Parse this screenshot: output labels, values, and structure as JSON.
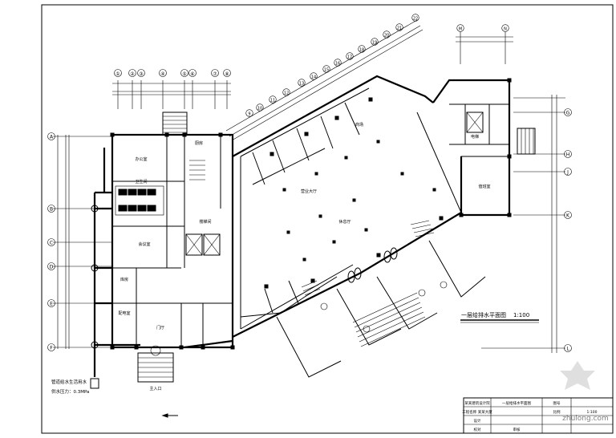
{
  "drawing": {
    "plan_title": "一层给排水平面图",
    "scale": "1:100",
    "note_line1": "管道给水生活用水",
    "note_line2": "供水压力：0.3MPa",
    "watermark": "zhulong.com"
  },
  "title_block": {
    "c1": "某某建筑设计院",
    "c2": "工程名称 某某大厦",
    "c3": "一层给排水平面图",
    "c4": "图号",
    "c5": "比例",
    "c6": "1:100",
    "c7": "设计",
    "c8": "校对",
    "c9": "审核"
  },
  "axes": {
    "top_labels": [
      "①",
      "②",
      "③",
      "④",
      "⑤",
      "⑥",
      "⑦",
      "⑧"
    ],
    "left_labels": [
      "A",
      "B",
      "C",
      "D",
      "E",
      "F"
    ],
    "angled_labels": [
      "9",
      "10",
      "11",
      "12",
      "13",
      "14",
      "15",
      "16",
      "17",
      "18",
      "19",
      "20",
      "21",
      "22"
    ],
    "right_labels": [
      "G",
      "H",
      "J",
      "K",
      "L"
    ],
    "top_right_labels": [
      "M",
      "N"
    ]
  },
  "rooms": {
    "r1": "办公室",
    "r2": "会议室",
    "r3": "卫生间",
    "r4": "库房",
    "r5": "配电室",
    "r6": "营业大厅",
    "r7": "休息厅",
    "r8": "商场",
    "r9": "门厅",
    "r10": "楼梯间",
    "r11": "电梯",
    "r12": "值班室",
    "r13": "主入口",
    "r14": "厨房"
  },
  "colors": {
    "line": "#000000",
    "background": "#ffffff",
    "watermark": "#bfbfbf"
  }
}
